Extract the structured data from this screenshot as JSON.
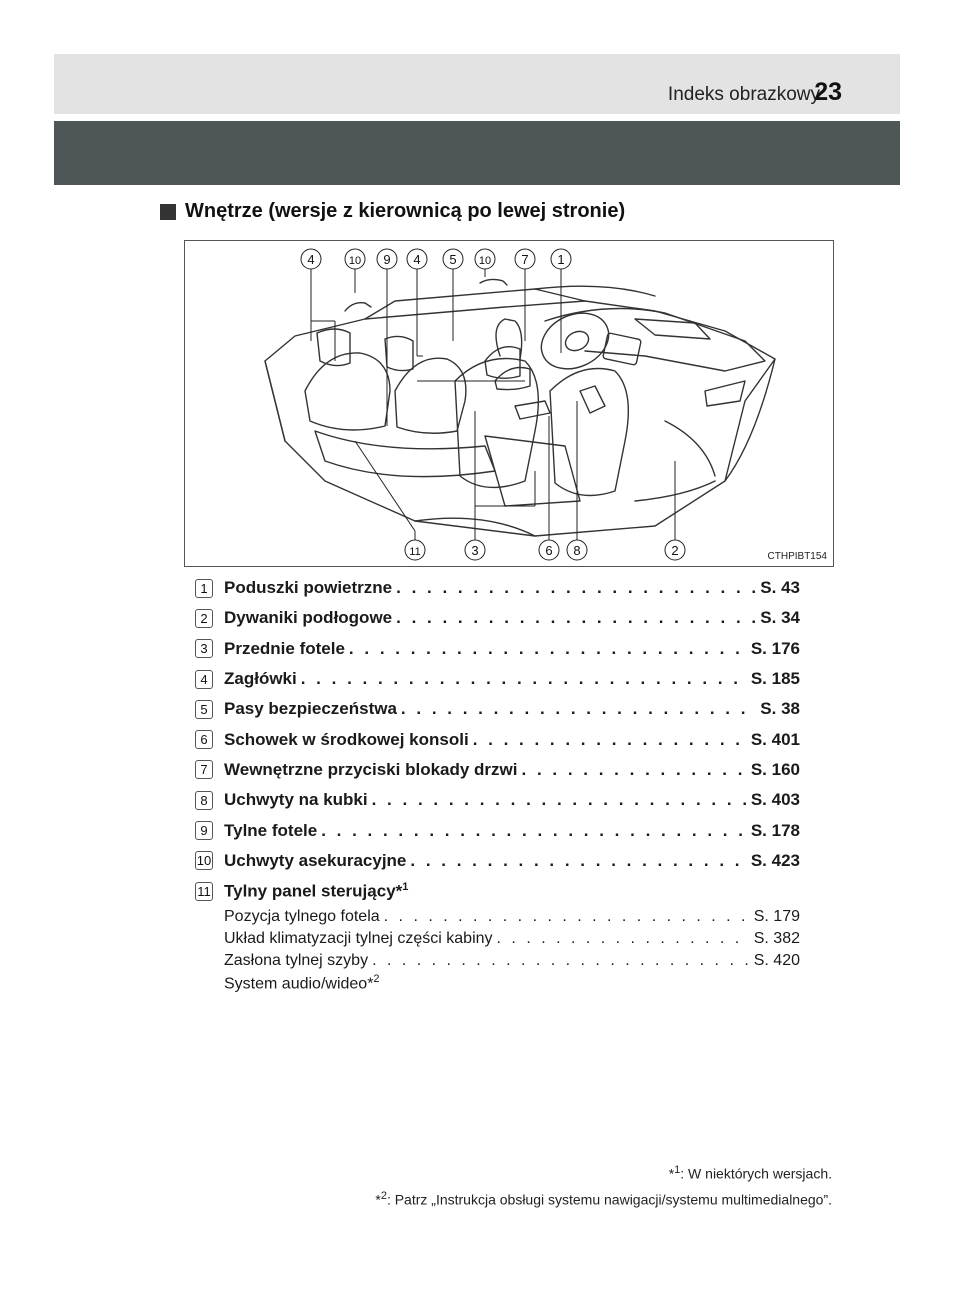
{
  "header": {
    "title": "Indeks obrazkowy",
    "page": "23"
  },
  "section": {
    "title": "Wnętrze (wersje z kierownicą po lewej stronie)"
  },
  "figure": {
    "code": "CTHPIBT154",
    "top_callouts": [
      "4",
      "10",
      "9",
      "4",
      "5",
      "10",
      "7",
      "1"
    ],
    "bottom_callouts": [
      "11",
      "3",
      "6",
      "8",
      "2"
    ]
  },
  "items": [
    {
      "num": "1",
      "label": "Poduszki powietrzne",
      "page": "S. 43"
    },
    {
      "num": "2",
      "label": "Dywaniki podłogowe",
      "page": "S. 34"
    },
    {
      "num": "3",
      "label": "Przednie fotele",
      "page": "S. 176"
    },
    {
      "num": "4",
      "label": "Zagłówki",
      "page": "S. 185"
    },
    {
      "num": "5",
      "label": "Pasy bezpieczeństwa",
      "page": "S. 38"
    },
    {
      "num": "6",
      "label": "Schowek w środkowej konsoli",
      "page": "S. 401"
    },
    {
      "num": "7",
      "label": "Wewnętrzne przyciski blokady drzwi",
      "page": "S. 160"
    },
    {
      "num": "8",
      "label": "Uchwyty na kubki",
      "page": "S. 403"
    },
    {
      "num": "9",
      "label": "Tylne fotele",
      "page": "S. 178"
    },
    {
      "num": "10",
      "label": "Uchwyty asekuracyjne",
      "page": "S. 423"
    }
  ],
  "item11": {
    "num": "11",
    "label": "Tylny panel sterujący*",
    "sup": "1",
    "subs": [
      {
        "label": "Pozycja tylnego fotela",
        "page": "S. 179"
      },
      {
        "label": "Układ klimatyzacji tylnej części kabiny",
        "page": "S. 382"
      },
      {
        "label": "Zasłona tylnej szyby",
        "page": "S. 420"
      }
    ],
    "last": {
      "label": "System audio/wideo*",
      "sup": "2"
    }
  },
  "footnotes": [
    {
      "mark": "*",
      "sup": "1",
      "text": ": W niektórych wersjach."
    },
    {
      "mark": "*",
      "sup": "2",
      "text": ": Patrz „Instrukcja obsługi systemu nawigacji/systemu multimedialnego”."
    }
  ]
}
